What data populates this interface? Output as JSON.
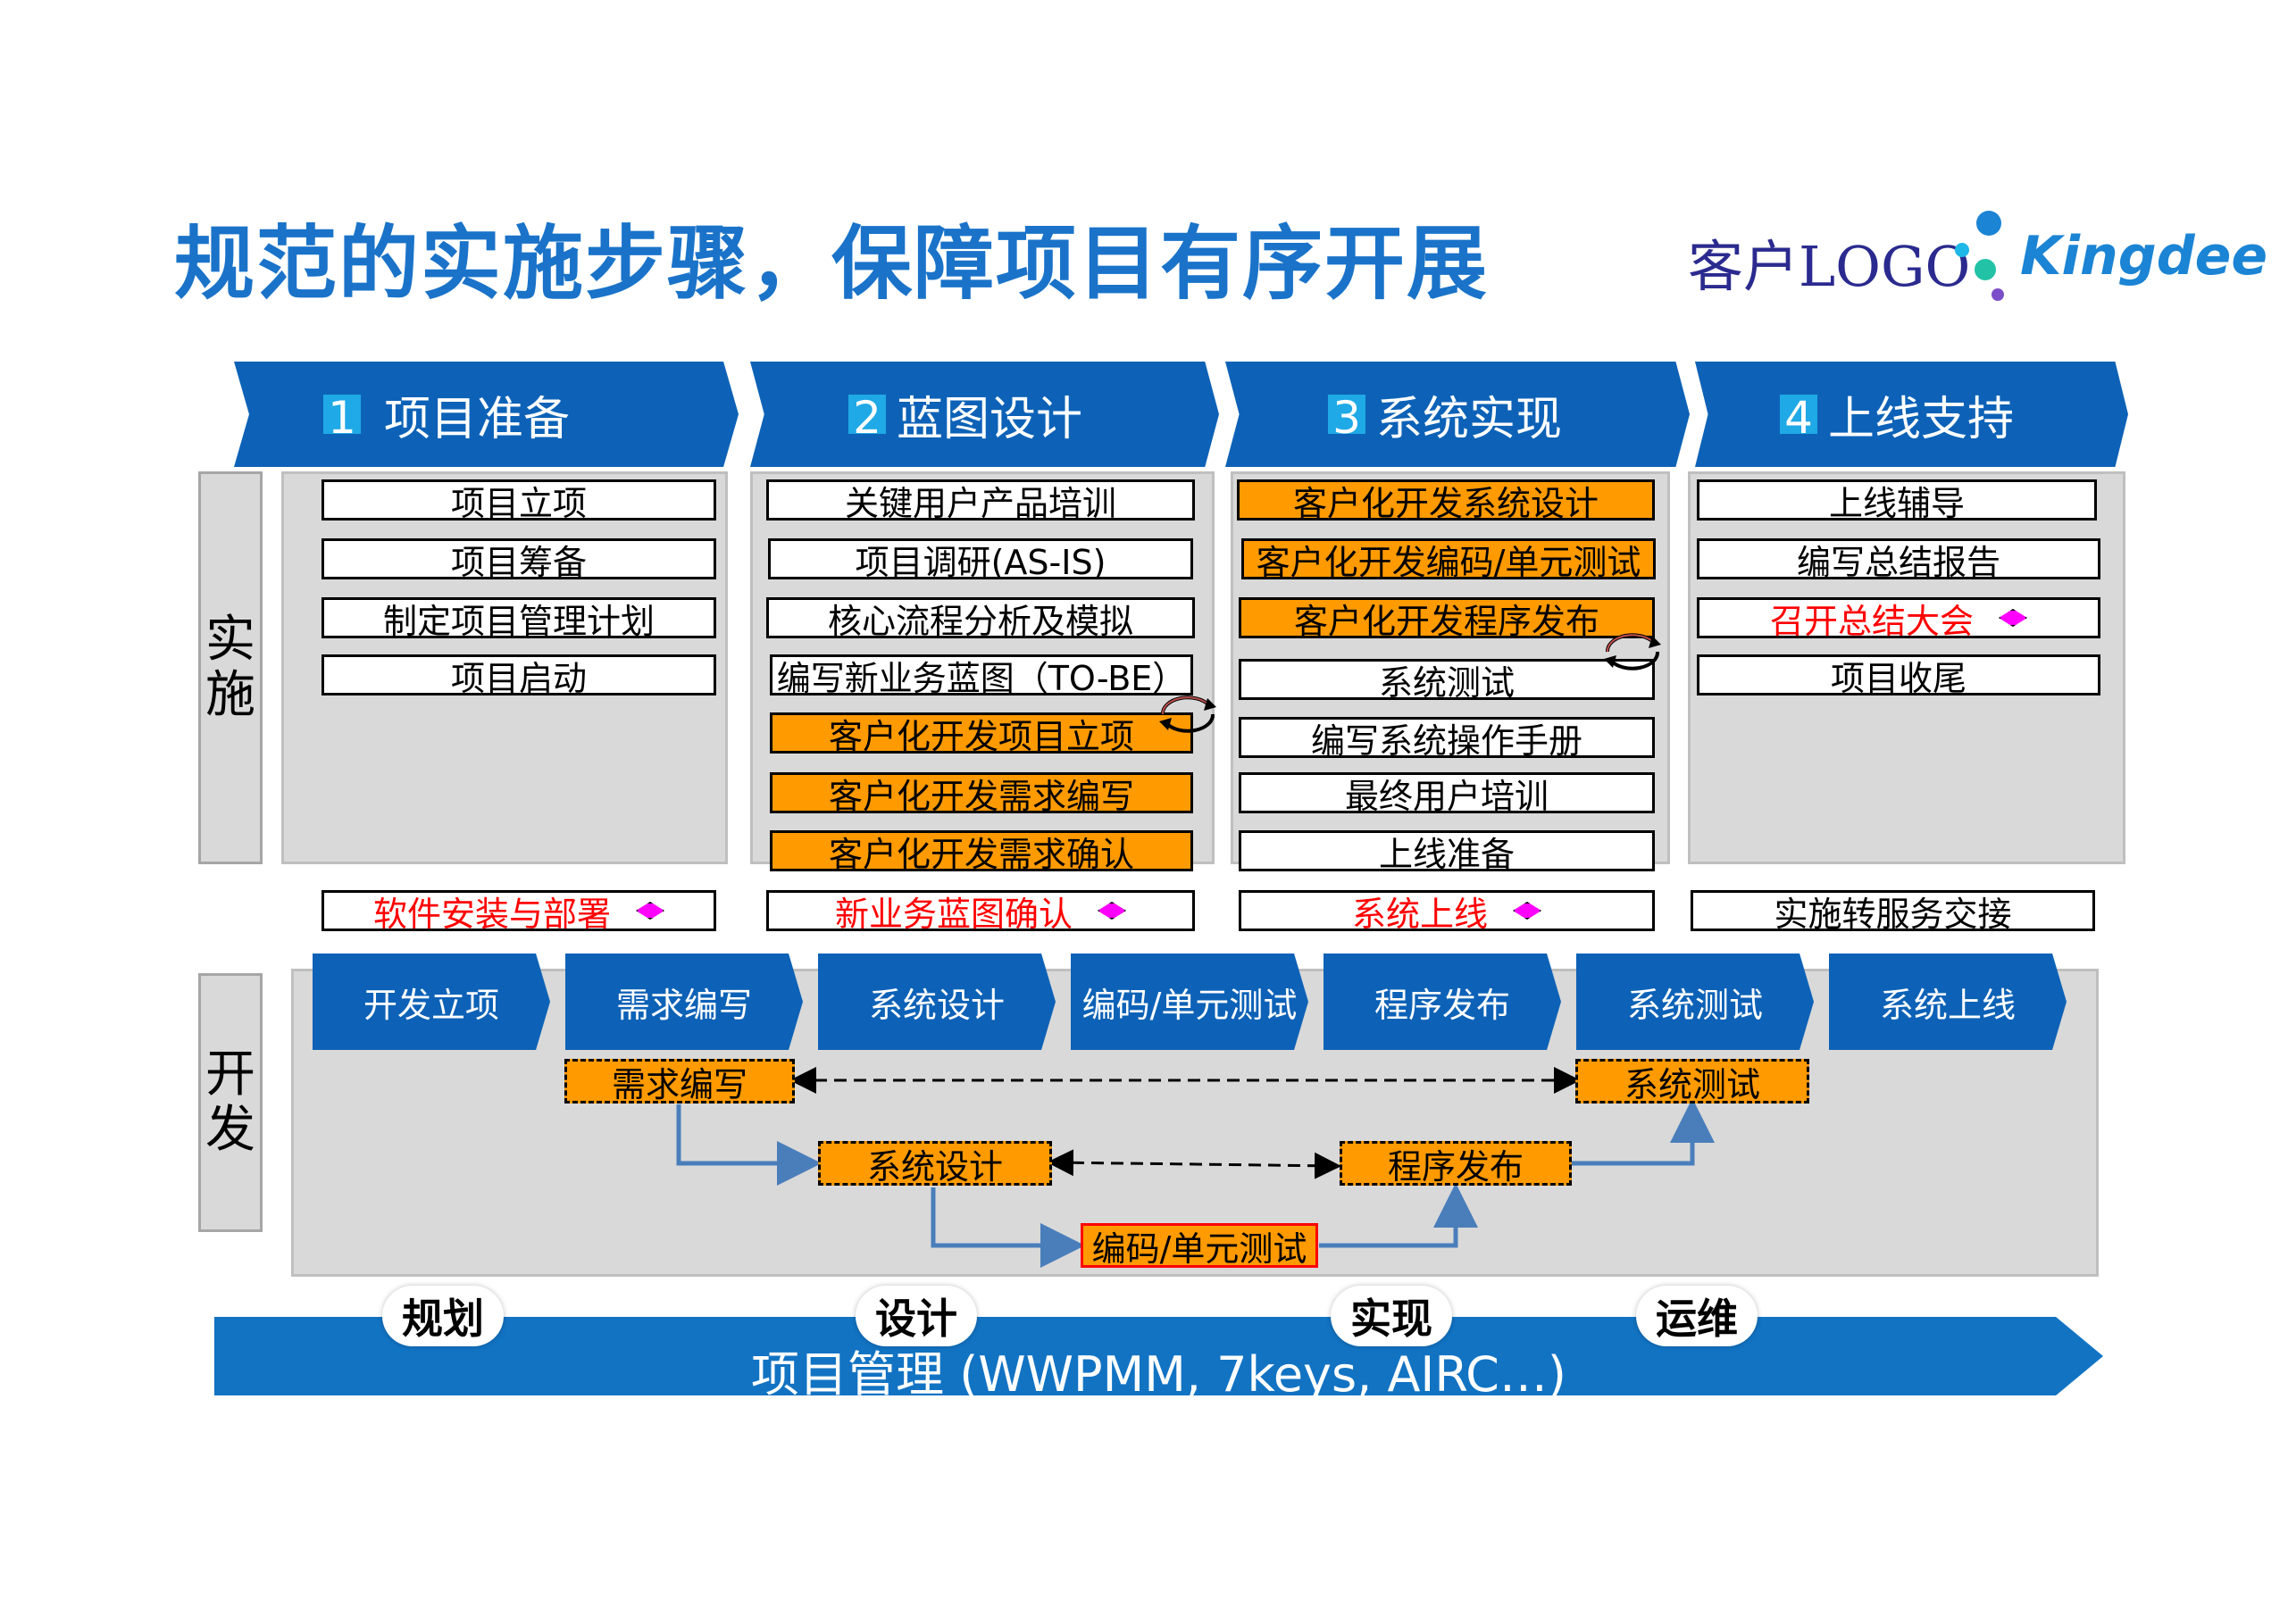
{
  "header": {
    "title": "规范的实施步骤，保障项目有序开展",
    "client_logo": "客户LOGO",
    "brand_logo": "Kingdee"
  },
  "phases": [
    {
      "num": "1",
      "label": "项目准备"
    },
    {
      "num": "2",
      "label": "蓝图设计"
    },
    {
      "num": "3",
      "label": "系统实现"
    },
    {
      "num": "4",
      "label": "上线支持"
    }
  ],
  "rows": {
    "implementation_label": "实施",
    "development_label": "开发"
  },
  "columns": [
    {
      "items": [
        {
          "text": "项目立项",
          "style": "normal"
        },
        {
          "text": "项目筹备",
          "style": "normal"
        },
        {
          "text": "制定项目管理计划",
          "style": "normal"
        },
        {
          "text": "项目启动",
          "style": "normal"
        }
      ],
      "milestone": "软件安装与部署"
    },
    {
      "items": [
        {
          "text": "关键用户产品培训",
          "style": "normal"
        },
        {
          "text": "项目调研(AS-IS)",
          "style": "normal"
        },
        {
          "text": "核心流程分析及模拟",
          "style": "normal"
        },
        {
          "text": "编写新业务蓝图（TO-BE）",
          "style": "normal"
        },
        {
          "text": "客户化开发项目立项",
          "style": "orange"
        },
        {
          "text": "客户化开发需求编写",
          "style": "orange"
        },
        {
          "text": "客户化开发需求确认",
          "style": "orange"
        }
      ],
      "milestone": "新业务蓝图确认"
    },
    {
      "items": [
        {
          "text": "客户化开发系统设计",
          "style": "orange"
        },
        {
          "text": "客户化开发编码/单元测试",
          "style": "orange"
        },
        {
          "text": "客户化开发程序发布",
          "style": "orange"
        },
        {
          "text": "系统测试",
          "style": "normal"
        },
        {
          "text": "编写系统操作手册",
          "style": "normal"
        },
        {
          "text": "最终用户培训",
          "style": "normal"
        },
        {
          "text": "上线准备",
          "style": "normal"
        }
      ],
      "milestone": "系统上线"
    },
    {
      "items": [
        {
          "text": "上线辅导",
          "style": "normal"
        },
        {
          "text": "编写总结报告",
          "style": "normal"
        },
        {
          "text": "召开总结大会",
          "style": "red"
        },
        {
          "text": "项目收尾",
          "style": "normal"
        }
      ],
      "milestone": "实施转服务交接"
    }
  ],
  "dev_steps": [
    "开发立项",
    "需求编写",
    "系统设计",
    "编码/单元测试",
    "程序发布",
    "系统测试",
    "系统上线"
  ],
  "dev_flow": {
    "req": "需求编写",
    "test": "系统测试",
    "design": "系统设计",
    "release": "程序发布",
    "code": "编码/单元测试"
  },
  "stages": [
    "规划",
    "设计",
    "实现",
    "运维"
  ],
  "pm_bar": "项目管理 (WWPMM, 7keys, AIRC…)",
  "colors": {
    "primary_blue": "#0d62b7",
    "accent_cyan": "#1fa9e6",
    "orange": "#ff9a00",
    "milestone_red": "#ff0000",
    "diamond_magenta": "#ff00ff",
    "panel_gray": "#d9d9d9"
  }
}
